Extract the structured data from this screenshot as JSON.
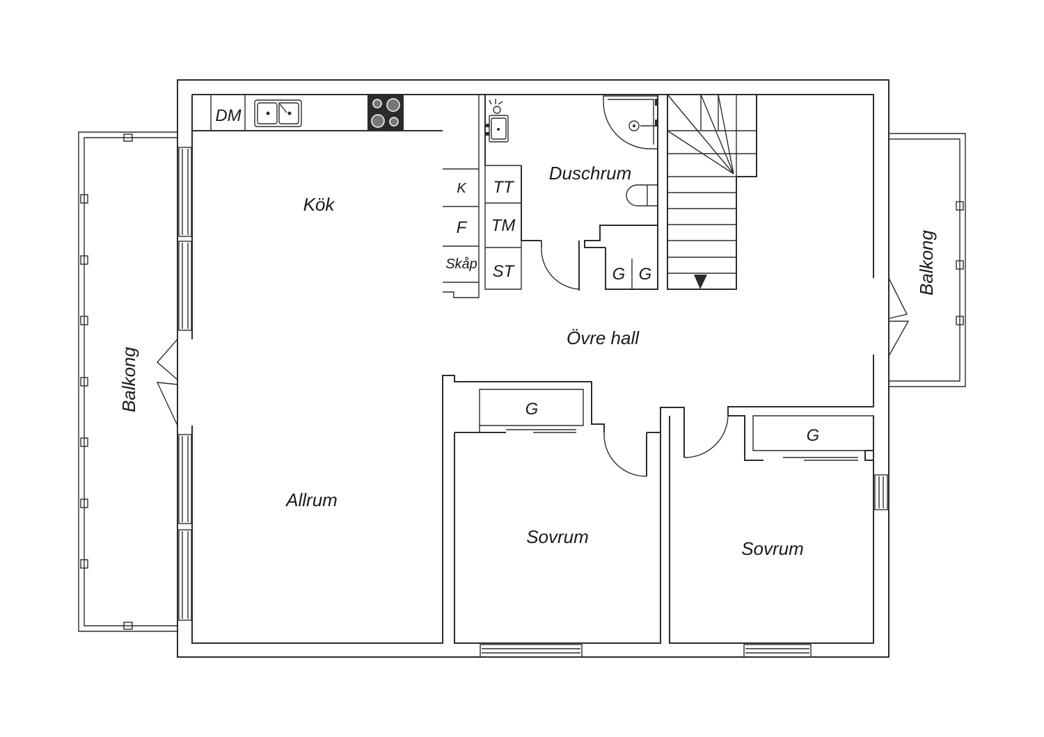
{
  "rooms": {
    "kok": "Kök",
    "allrum": "Allrum",
    "duschrum": "Duschrum",
    "ovre_hall": "Övre hall",
    "sovrum_1": "Sovrum",
    "sovrum_2": "Sovrum",
    "balkong_left": "Balkong",
    "balkong_right": "Balkong"
  },
  "fixtures": {
    "dm": "DM",
    "k": "K",
    "f": "F",
    "skap": "Skåp",
    "tt": "TT",
    "tm": "TM",
    "st": "ST",
    "g_hall_1": "G",
    "g_hall_2": "G",
    "g_sovrum_1": "G",
    "g_sovrum_2": "G"
  },
  "icons": [
    "sink-icon",
    "stove-icon",
    "shower-icon",
    "toilet-icon",
    "washbasin-icon",
    "staircase-icon",
    "stair-arrow-icon",
    "door-swing-icon",
    "window-icon"
  ],
  "colors": {
    "line": "#2b2b2b",
    "background": "#ffffff"
  }
}
